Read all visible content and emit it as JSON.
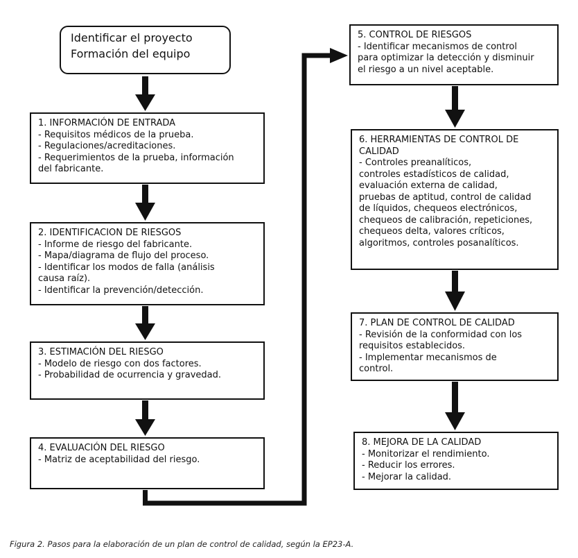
{
  "start": {
    "lines": [
      "Identificar el proyecto",
      "Formación del equipo"
    ]
  },
  "steps": [
    {
      "title": "1. INFORMACIÓN DE ENTRADA",
      "lines": [
        "- Requisitos médicos de la prueba.",
        "- Regulaciones/acreditaciones.",
        "- Requerimientos de la prueba, información",
        "del fabricante."
      ]
    },
    {
      "title": "2. IDENTIFICACION DE RIESGOS",
      "lines": [
        "- Informe de riesgo del fabricante.",
        "- Mapa/diagrama de flujo del proceso.",
        "- Identificar los modos de falla (análisis",
        "causa raíz).",
        "- Identificar la prevención/detección."
      ]
    },
    {
      "title": "3. ESTIMACIÓN DEL RIESGO",
      "lines": [
        "- Modelo de riesgo con dos factores.",
        "- Probabilidad de ocurrencia y gravedad."
      ]
    },
    {
      "title": "4. EVALUACIÓN DEL RIESGO",
      "lines": [
        "- Matriz  de aceptabilidad del riesgo."
      ]
    },
    {
      "title": "5. CONTROL DE RIESGOS",
      "lines": [
        "- Identificar mecanismos de control",
        "para optimizar la detección y disminuir",
        "el  riesgo a un nivel aceptable."
      ]
    },
    {
      "title": "6. HERRAMIENTAS DE CONTROL DE",
      "title2": "CALIDAD",
      "lines": [
        "- Controles preanalíticos,",
        "controles estadísticos de calidad,",
        "evaluación externa de calidad,",
        "pruebas de aptitud, control de calidad",
        "de líquidos, chequeos electrónicos,",
        "chequeos de calibración, repeticiones,",
        "chequeos delta, valores críticos,",
        "algoritmos, controles posanalíticos."
      ]
    },
    {
      "title": "7. PLAN DE CONTROL DE CALIDAD",
      "lines": [
        "- Revisión de la conformidad con los",
        "requisitos establecidos.",
        "- Implementar mecanismos de",
        "control."
      ]
    },
    {
      "title": "8. MEJORA DE LA CALIDAD",
      "lines": [
        "- Monitorizar el rendimiento.",
        "- Reducir los errores.",
        "- Mejorar la calidad."
      ]
    }
  ],
  "caption": "Figura 2. Pasos para la elaboración de un plan de control de calidad, según la EP23-A."
}
